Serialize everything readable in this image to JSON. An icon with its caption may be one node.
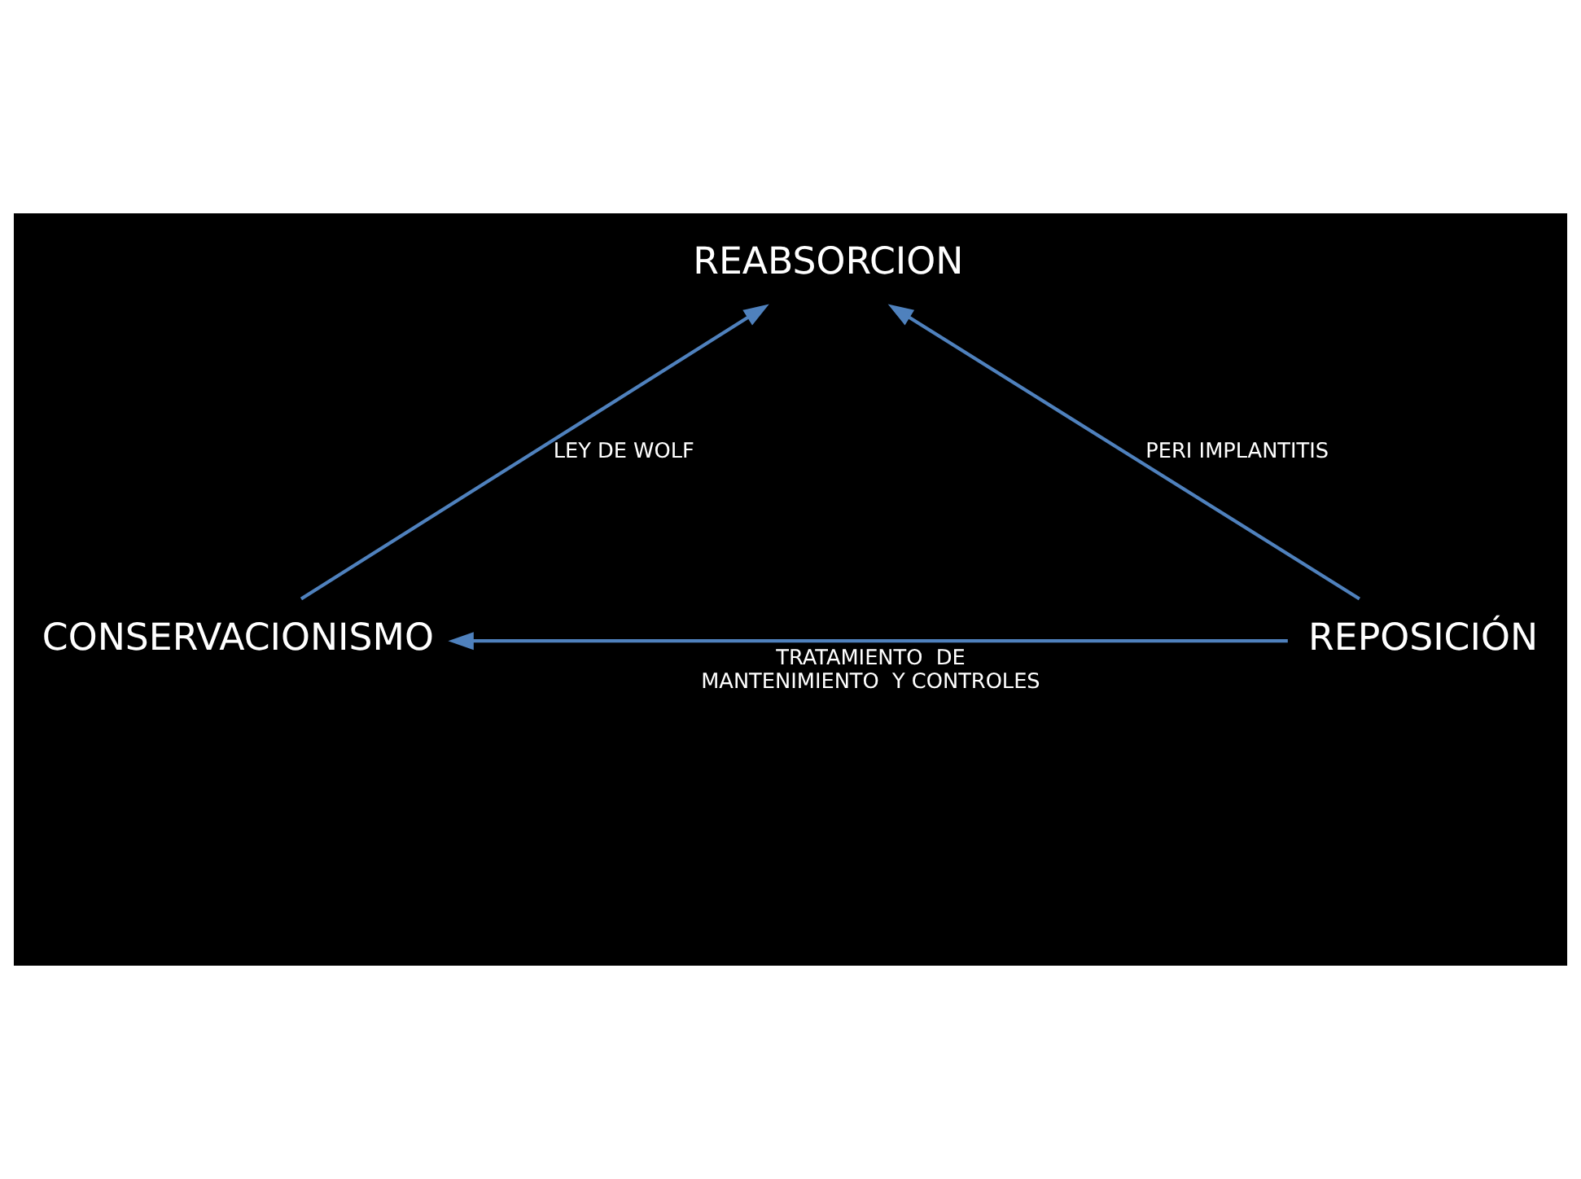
{
  "diagram": {
    "nodes": [
      {
        "text": [
          "REABSORCION"
        ]
      },
      {
        "text": [
          "CONSERVACIONISMO"
        ]
      },
      {
        "text": [
          "REPOSICIÓN"
        ]
      }
    ],
    "edges": [
      {
        "from": 1,
        "to": 0,
        "arrow": "to",
        "label": "LEY DE WOLF"
      },
      {
        "from": 2,
        "to": 0,
        "arrow": "to",
        "label": "PERI IMPLANTITIS"
      },
      {
        "from": 2,
        "to": 1,
        "arrow": "to",
        "label": "TRATAMIENTO  DE MANTENIMIENTO  Y CONTROLES"
      }
    ]
  }
}
